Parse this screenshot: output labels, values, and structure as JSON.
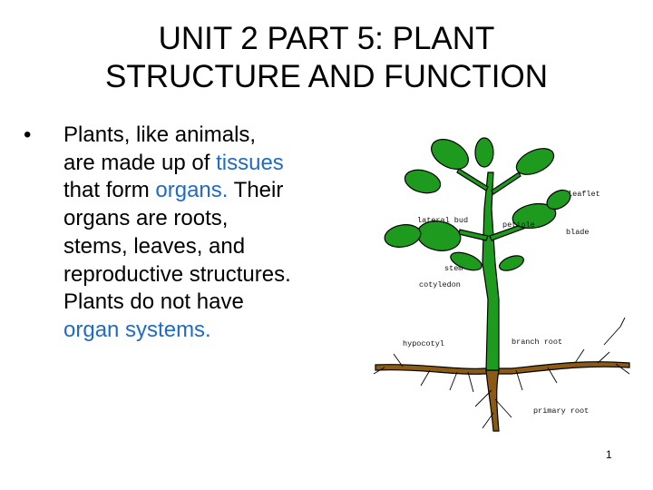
{
  "slide": {
    "title_line1": "UNIT 2 PART 5: PLANT",
    "title_line2": "STRUCTURE AND FUNCTION",
    "bullet": {
      "marker": "•",
      "line1": "Plants, like animals,",
      "line2_a": "are made up of ",
      "line2_b": "tissues",
      "line3_a": "that form ",
      "line3_b": "organs.",
      "line3_c": " Their",
      "line4": "organs are roots,",
      "line5": "stems, leaves, and",
      "line6": "reproductive structures.",
      "line7": "Plants do not have",
      "line8": "organ systems."
    },
    "page_number": "1"
  },
  "diagram": {
    "labels": {
      "leaflet": "leaflet",
      "lateral_bud": "lateral bud",
      "petiole": "petiole",
      "blade": "blade",
      "stem": "stem",
      "cotyledon": "cotyledon",
      "hypocotyl": "hypocotyl",
      "branch_root": "branch root",
      "primary_root": "primary root"
    },
    "colors": {
      "plant": "#1e9a1e",
      "root": "#8b5a14",
      "outline": "#000000",
      "highlight": "#1f6bc9"
    }
  }
}
